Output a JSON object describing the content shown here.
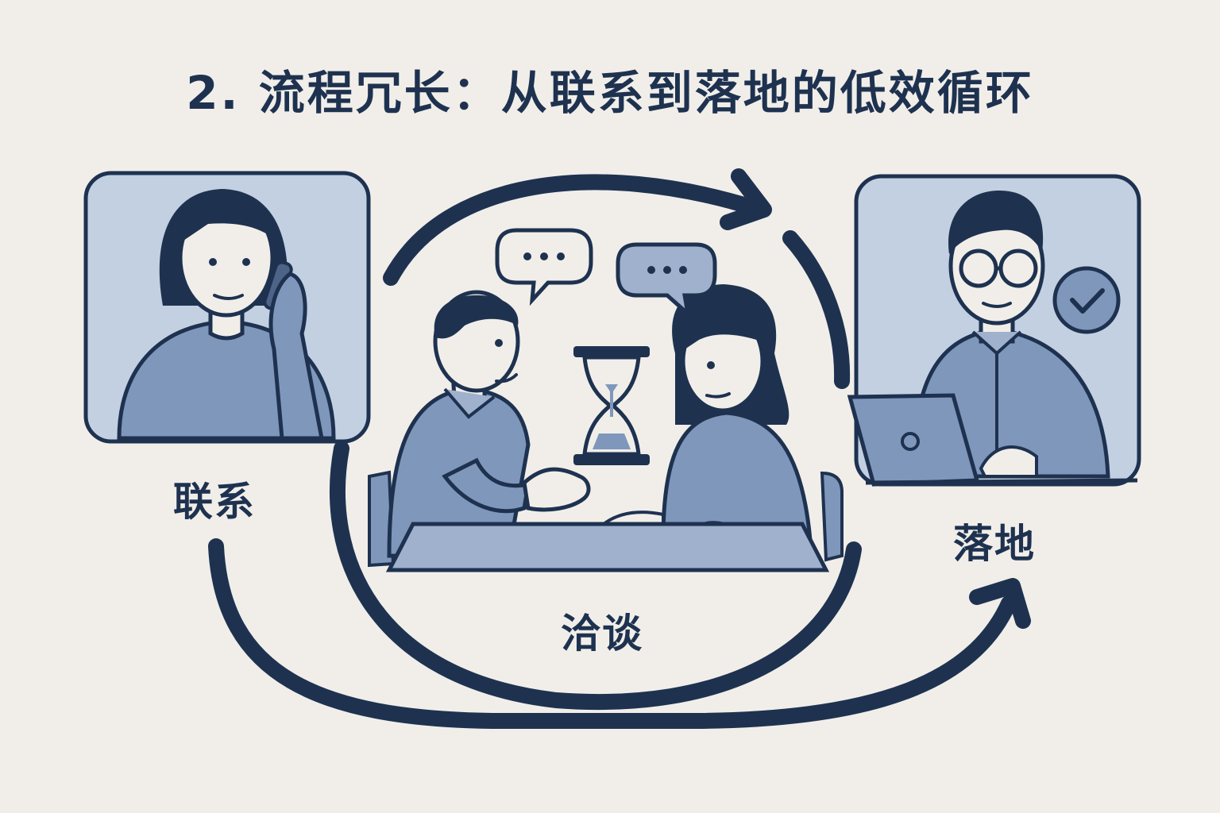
{
  "title": "2. 流程冗长：从联系到落地的低效循环",
  "stages": {
    "contact": "联系",
    "negotiate": "洽谈",
    "land": "落地"
  },
  "icons": {
    "contact": "phone-call-icon",
    "negotiate": "hourglass-icon",
    "land": "checkmark-icon"
  },
  "colors": {
    "background": "#f1eee9",
    "navy": "#1e3250",
    "panel": "#c3d0e2",
    "figure": "#7f97bb",
    "figure_light": "#9fb1cc"
  }
}
